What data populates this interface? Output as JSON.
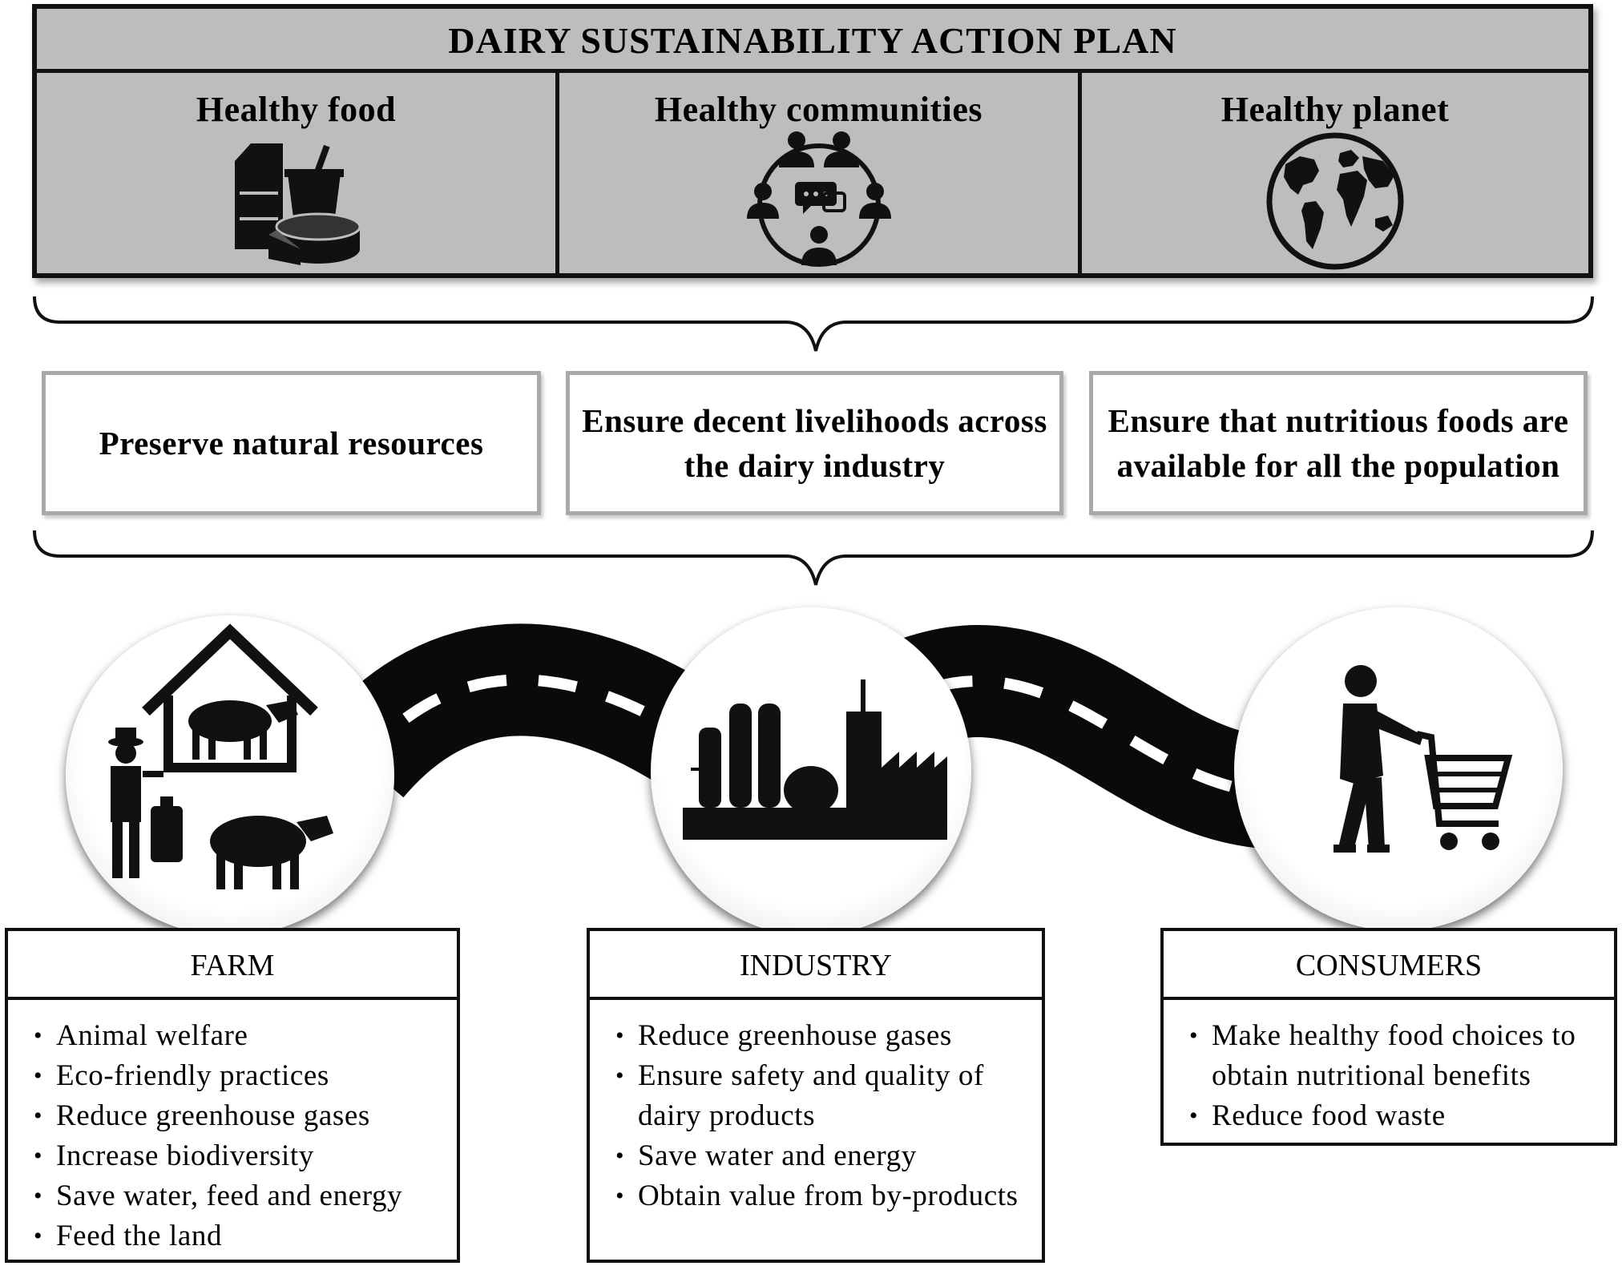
{
  "title": "DAIRY SUSTAINABILITY ACTION PLAN",
  "pillars": [
    {
      "label": "Healthy food",
      "icon": "dairy-products-icon"
    },
    {
      "label": "Healthy communities",
      "icon": "community-people-icon"
    },
    {
      "label": "Healthy planet",
      "icon": "globe-icon"
    }
  ],
  "goals": [
    "Preserve natural resources",
    "Ensure decent livelihoods across the dairy industry",
    "Ensure that nutritious foods are available for all the population"
  ],
  "stages": [
    {
      "name": "FARM",
      "icon": "farm-icon",
      "items": [
        "Animal welfare",
        "Eco-friendly  practices",
        "Reduce greenhouse gases",
        "Increase biodiversity",
        "Save water, feed and energy",
        "Feed the land"
      ]
    },
    {
      "name": "INDUSTRY",
      "icon": "factory-icon",
      "items": [
        "Reduce greenhouse gases",
        "Ensure safety and quality of dairy products",
        "Save water and energy",
        "Obtain value from by-products"
      ]
    },
    {
      "name": "CONSUMERS",
      "icon": "shopper-cart-icon",
      "items": [
        "Make healthy food choices to obtain nutritional benefits",
        "Reduce food waste"
      ]
    }
  ]
}
